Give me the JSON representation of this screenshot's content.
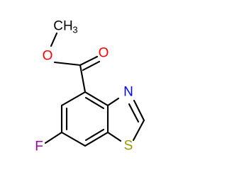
{
  "molecule": {
    "atoms": {
      "carbonyl_oxygen": {
        "label": "O",
        "color": "#ff0000"
      },
      "ester_oxygen": {
        "label": "O",
        "color": "#ff0000"
      },
      "methyl": {
        "label": "CH",
        "subscript": "3",
        "color": "#000000"
      },
      "thiazole_nitrogen": {
        "label": "N",
        "color": "#0000ff"
      },
      "thiazole_sulfur": {
        "label": "S",
        "color": "#999900"
      },
      "fluorine": {
        "label": "F",
        "color": "#a000a0"
      }
    }
  }
}
